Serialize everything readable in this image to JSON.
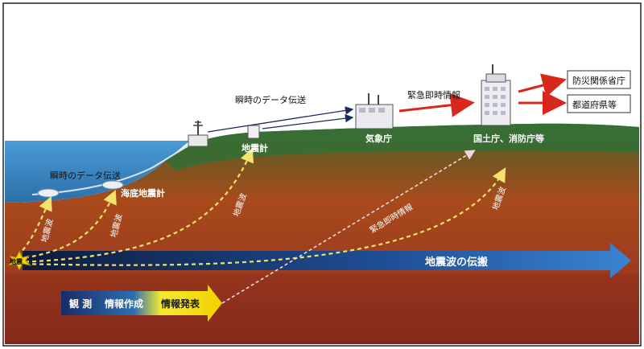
{
  "labels": {
    "instant_transfer_top": "瞬時のデータ伝送",
    "instant_transfer_sea": "瞬時のデータ伝送",
    "seismometer": "地震計",
    "seafloor_seismometer": "海底地震計",
    "jma": "気象庁",
    "eew_top": "緊急即時情報",
    "mlit_fdma": "国土庁、消防庁等",
    "disaster_ministries": "防災関係省庁",
    "prefectures": "都道府県等",
    "seismic_wave_1": "地震波",
    "seismic_wave_2": "地震波",
    "seismic_wave_3": "地震波",
    "seismic_wave_4": "地震波",
    "eew_diagonal": "緊急即時情報",
    "quake": "地震",
    "propagation": "地震波の伝搬",
    "obs": "観 測",
    "info_creation": "情報作成",
    "info_release": "情報発表"
  },
  "colors": {
    "sky": "#ffffff",
    "sea": "#3b8fcf",
    "ground_top": "#3d6b3a",
    "ground_mid": "#a0431e",
    "ground_deep": "#8a2a1c",
    "wave_dash": "#f3e36a",
    "eew_dash": "#f2d8d8",
    "arrow_red": "#d9271c",
    "propagation_arrow": "#2f6fb6",
    "quake_badge": "#f2d400"
  },
  "icons": {
    "seismometer": "seismometer-icon",
    "relay": "relay-station-icon",
    "jma_building": "jma-building-icon",
    "gov_building": "gov-building-icon",
    "quake": "quake-burst-icon"
  }
}
